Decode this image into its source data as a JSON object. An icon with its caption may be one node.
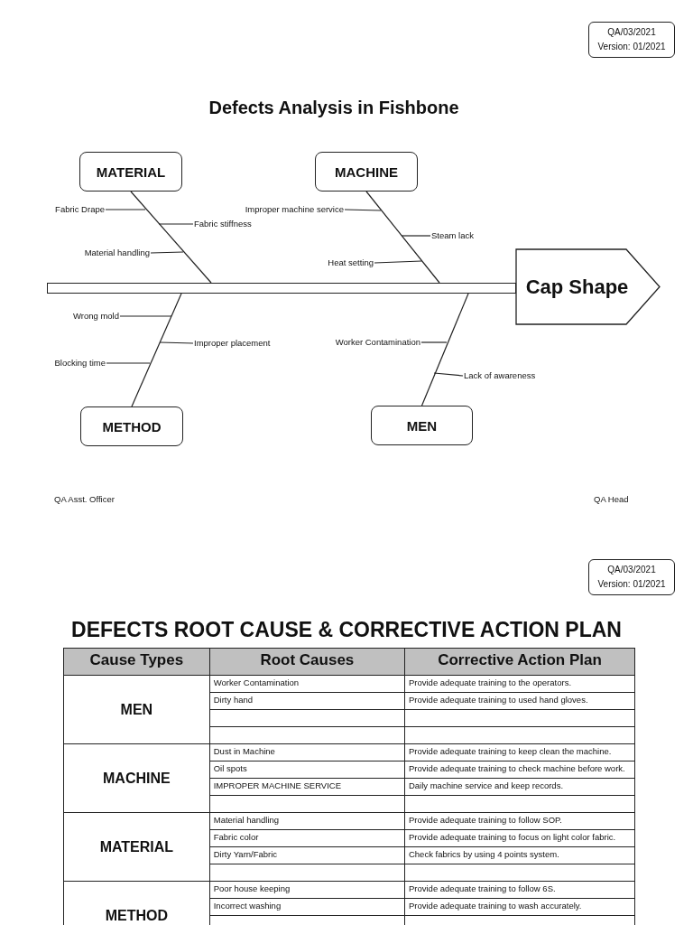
{
  "diagram": {
    "title": "Defects Analysis in Fishbone",
    "nodes": [
      {
        "text": [
          "QA/03/2021",
          "Version: 01/2021"
        ]
      },
      {
        "text": [
          "MATERIAL"
        ]
      },
      {
        "text": [
          "MACHINE"
        ]
      },
      {
        "text": [
          "Fabric Drape"
        ]
      },
      {
        "text": [
          "Improper machine service"
        ]
      },
      {
        "text": [
          "Fabric stiffness"
        ]
      },
      {
        "text": [
          "Steam lack"
        ]
      },
      {
        "text": [
          "Material handling"
        ]
      },
      {
        "text": [
          "Heat setting"
        ]
      },
      {
        "text": [],
        "shape": "bar"
      },
      {
        "text": [
          "Cap Shape"
        ]
      },
      {
        "text": [
          "Wrong mold"
        ]
      },
      {
        "text": [
          "Improper placement"
        ]
      },
      {
        "text": [
          "Worker Contamination"
        ]
      },
      {
        "text": [
          "Blocking time"
        ]
      },
      {
        "text": [
          "Lack of awareness"
        ]
      },
      {
        "text": [
          "METHOD"
        ]
      },
      {
        "text": [
          "MEN"
        ]
      },
      {
        "text": [
          "QA/03/2021",
          "Version: 01/2021"
        ]
      }
    ],
    "edges": [
      {
        "from": 1,
        "to": 9,
        "arrow": "none"
      },
      {
        "from": 2,
        "to": 9,
        "arrow": "none"
      },
      {
        "from": 16,
        "to": 9,
        "arrow": "none"
      },
      {
        "from": 17,
        "to": 9,
        "arrow": "none"
      },
      {
        "from": 3,
        "to": null,
        "arrow": "none"
      },
      {
        "from": 4,
        "to": null,
        "arrow": "none"
      },
      {
        "from": 5,
        "to": null,
        "arrow": "none"
      },
      {
        "from": 6,
        "to": null,
        "arrow": "none"
      },
      {
        "from": 7,
        "to": null,
        "arrow": "none"
      },
      {
        "from": 8,
        "to": null,
        "arrow": "none"
      },
      {
        "from": 11,
        "to": null,
        "arrow": "none"
      },
      {
        "from": 12,
        "to": null,
        "arrow": "none"
      },
      {
        "from": 13,
        "to": null,
        "arrow": "none"
      },
      {
        "from": 14,
        "to": null,
        "arrow": "none"
      },
      {
        "from": 15,
        "to": null,
        "arrow": "none"
      }
    ],
    "labels": [
      "QA Asst. Officer",
      "QA Head",
      "DEFECTS ROOT CAUSE & CORRECTIVE ACTION PLAN",
      "Cause Types",
      "Root Causes",
      "Corrective Action Plan",
      "MEN",
      "Worker Contamination",
      "Provide adequate training to the operators.",
      "Dirty hand",
      "Provide adequate training to used hand gloves.",
      "MACHINE",
      "Dust in Machine",
      "Provide adequate training to keep clean the machine.",
      "Oil spots",
      "Provide adequate training to check machine before work.",
      "IMPROPER MACHINE SERVICE",
      "Daily machine service and keep records.",
      "MATERIAL",
      "Material handling",
      "Provide adequate training to follow SOP.",
      "Fabric color",
      "Provide adequate training to focus on light color fabric.",
      "Dirty Yarn/Fabric",
      "Check fabrics by using 4 points system.",
      "METHOD",
      "Poor house keeping",
      "Provide adequate training to follow 6S.",
      "Incorrect washing",
      "Provide adequate training to wash accurately."
    ]
  }
}
